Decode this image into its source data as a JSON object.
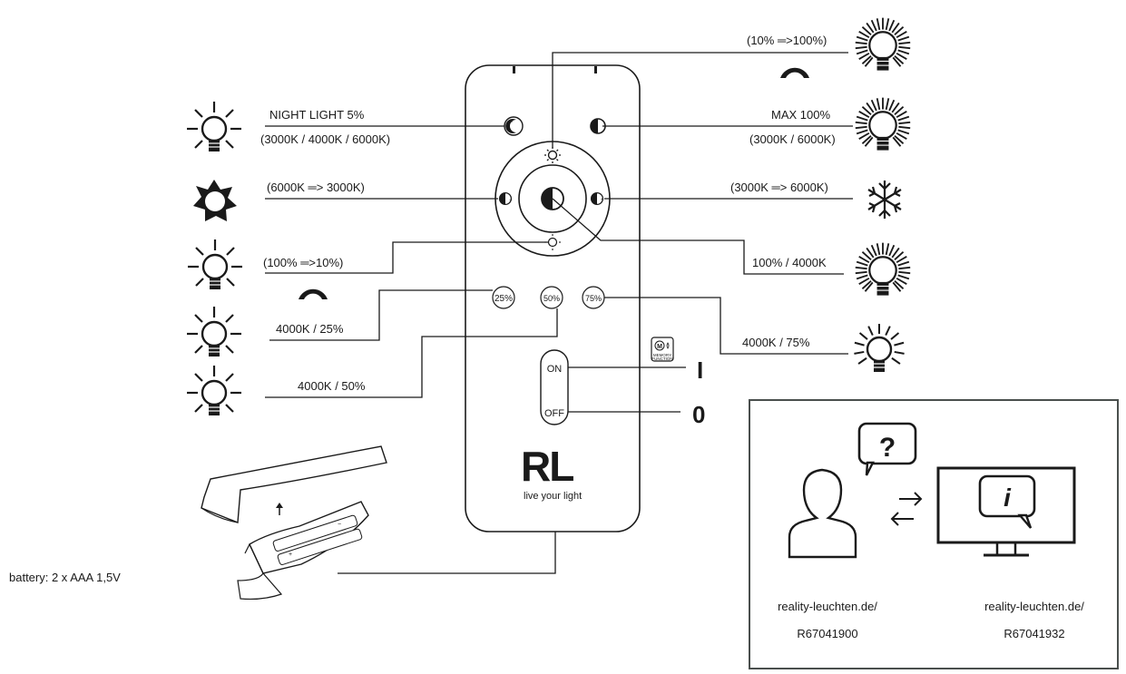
{
  "callouts": {
    "night_light": "NIGHT LIGHT 5%",
    "night_light_cct": "(3000K / 4000K / 6000K)",
    "cct_down": "(6000K ═> 3000K)",
    "dim_down": "(100% ═>10%)",
    "preset_25": "4000K / 25%",
    "preset_50": "4000K / 50%",
    "dim_up": "(10% ═>100%)",
    "max": "MAX 100%",
    "max_cct": "(3000K / 6000K)",
    "cct_up": "(3000K ═> 6000K)",
    "center": "100% / 4000K",
    "preset_75": "4000K / 75%"
  },
  "remote": {
    "btn_25": "25%",
    "btn_50": "50%",
    "btn_75": "75%",
    "on": "ON",
    "off": "OFF",
    "brand": "RL",
    "tagline": "live your light",
    "memory_badge_line1": "MEMORY",
    "memory_badge_line2": "FUNCTION"
  },
  "power": {
    "on_symbol": "I",
    "off_symbol": "0"
  },
  "battery": {
    "label": "battery: 2 x AAA 1,5V"
  },
  "info_box": {
    "left_url": "reality-leuchten.de/",
    "left_code": "R67041900",
    "right_url": "reality-leuchten.de/",
    "right_code": "R67041932",
    "question_mark": "?",
    "info_mark": "i"
  },
  "icons": {
    "bulb_small_rays": "bulb-small-rays-icon",
    "bulb_full_rays": "bulb-full-rays-icon",
    "sun_star": "star-sun-icon",
    "snowflake": "snowflake-icon",
    "moon": "moon-icon"
  }
}
